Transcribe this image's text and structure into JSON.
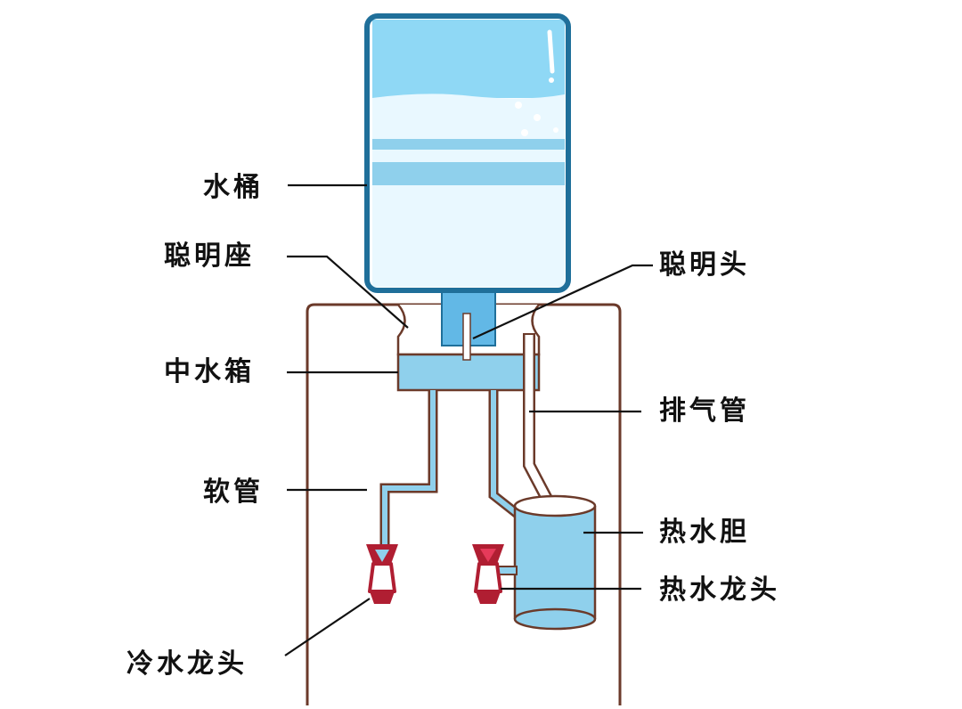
{
  "labels": {
    "bucket": "水桶",
    "smart_seat": "聪明座",
    "smart_head": "聪明头",
    "middle_tank": "中水箱",
    "vent_pipe": "排气管",
    "hose": "软管",
    "hot_tank": "热水胆",
    "hot_faucet": "热水龙头",
    "cold_faucet": "冷水龙头"
  },
  "colors": {
    "outline": "#6b3a2a",
    "bucket_border": "#1f6f9a",
    "water_light": "#e9f8ff",
    "water_mid": "#8fd0ec",
    "water_dark": "#62b8e6",
    "faucet_red": "#b01e32",
    "faucet_pink": "#e63a5a",
    "leader_line": "#111111"
  }
}
